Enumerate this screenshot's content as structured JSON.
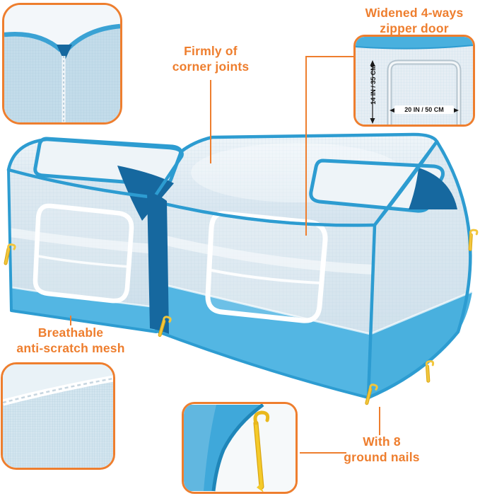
{
  "page": {
    "background": "#ffffff"
  },
  "palette": {
    "accent": "#ee7e2e",
    "frame_blue": "#2d9cd1",
    "solid_blue": "#53b6e3",
    "dark_blue": "#16689f",
    "mesh_light": "#dde9f1",
    "stake_yellow": "#f2c63c"
  },
  "callouts": {
    "corner_joints": {
      "line1": "Firmly of",
      "line2": "corner joints"
    },
    "zipper_door": {
      "line1": "Widened 4-ways",
      "line2": "zipper door"
    },
    "mesh": {
      "line1": "Breathable",
      "line2": "anti-scratch mesh"
    },
    "ground_nails": {
      "line1": "With 8",
      "line2": "ground nails"
    }
  },
  "dimensions": {
    "door_height": "14 IN / 35 CM",
    "door_width": "20 IN / 50 CM"
  }
}
